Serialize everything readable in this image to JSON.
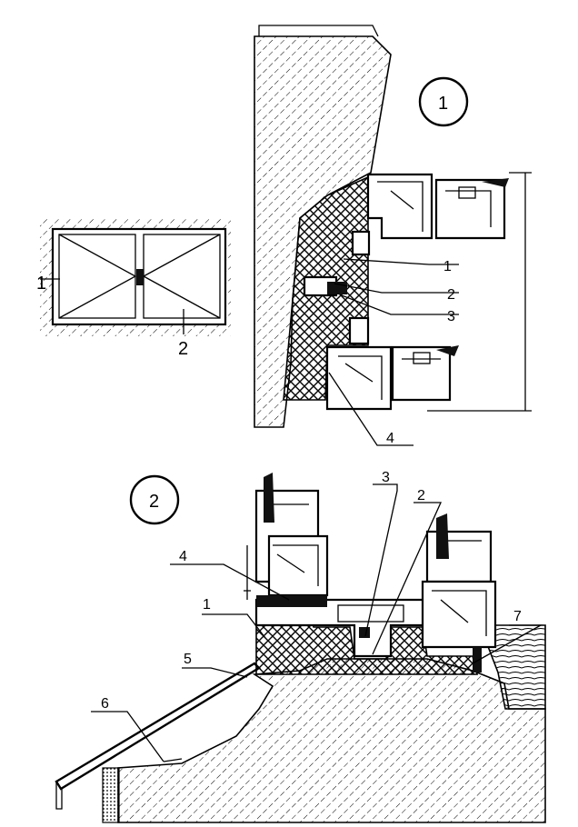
{
  "detail_1": {
    "number": "1",
    "callouts": [
      "1",
      "2",
      "3",
      "4"
    ]
  },
  "detail_2": {
    "number": "2",
    "callouts": [
      "1",
      "2",
      "3",
      "4",
      "5",
      "6",
      "7"
    ]
  },
  "elevation": {
    "section_marks": [
      "1",
      "2"
    ]
  },
  "colors": {
    "ink": "#000000",
    "paper": "#ffffff"
  }
}
